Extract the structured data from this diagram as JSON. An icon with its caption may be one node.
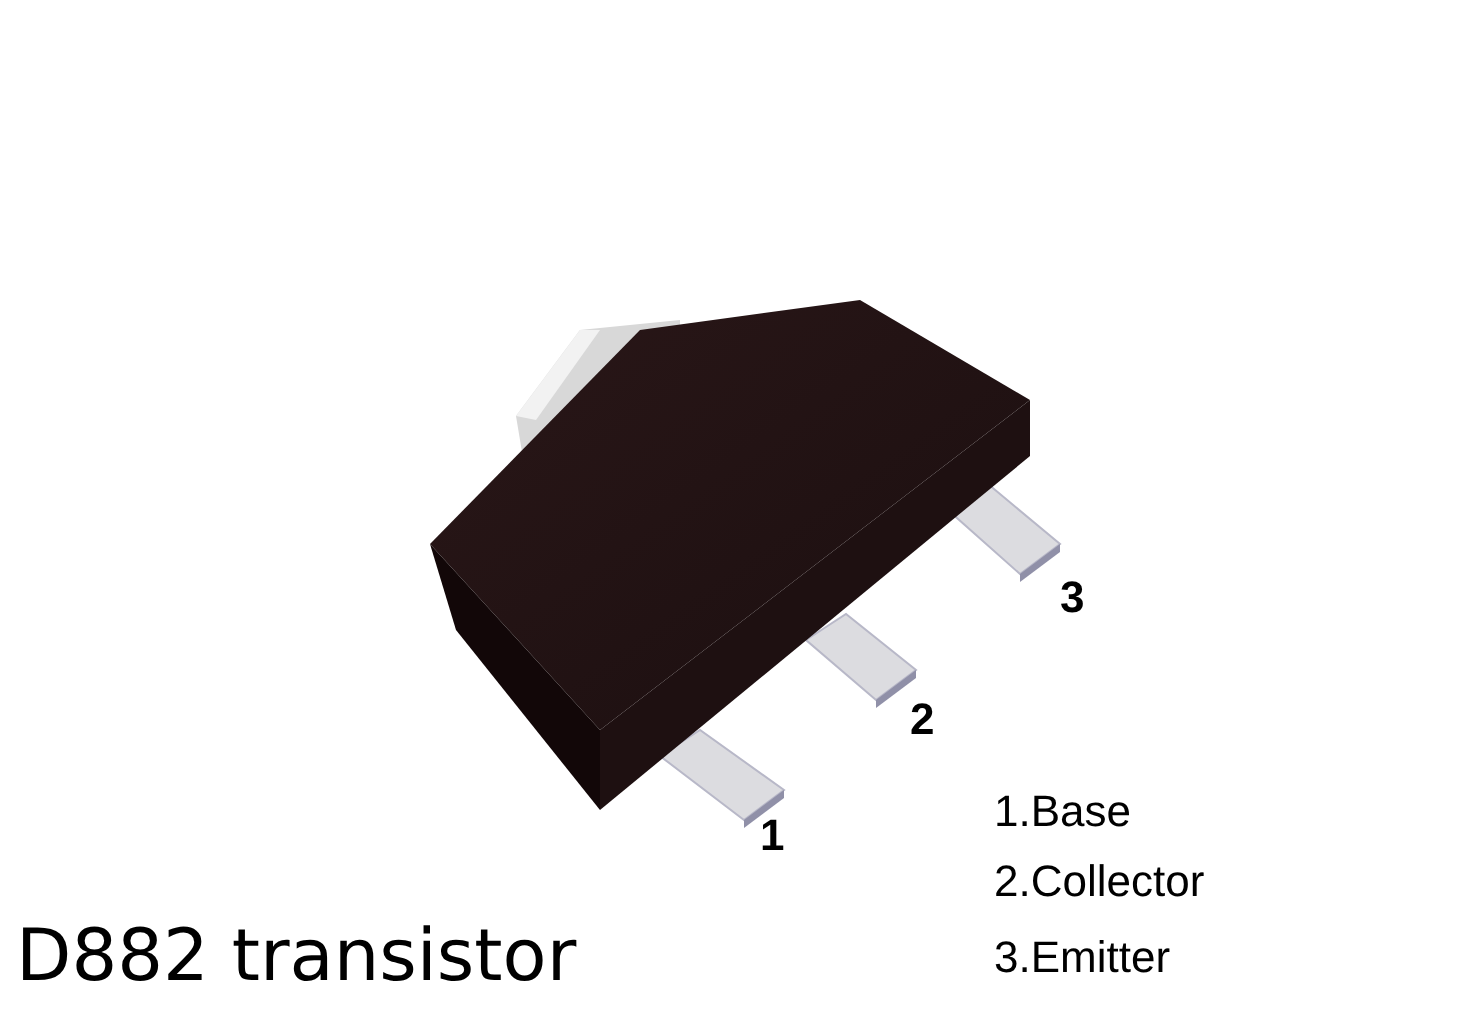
{
  "diagram": {
    "caption": "D882 transistor",
    "labels": [
      "1",
      "2",
      "3",
      "1.Base",
      "2.Collector",
      "3.Emitter"
    ]
  }
}
